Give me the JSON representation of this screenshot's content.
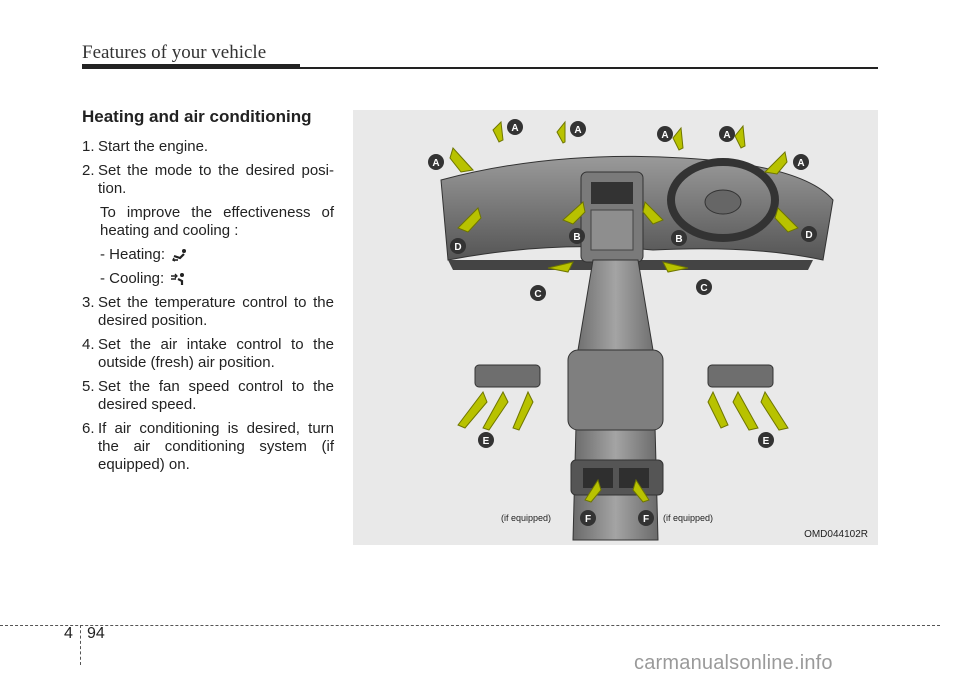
{
  "header": {
    "title": "Features of your vehicle"
  },
  "section": {
    "heading": "Heating and air conditioning"
  },
  "steps": [
    {
      "num": "1.",
      "text": "Start the engine."
    },
    {
      "num": "2.",
      "text": "Set the mode to the desired posi-tion."
    },
    {
      "num": "3.",
      "text": "Set the temperature control to the desired position."
    },
    {
      "num": "4.",
      "text": "Set the air intake control to the outside (fresh) air position."
    },
    {
      "num": "5.",
      "text": "Set the fan speed control to the desired speed."
    },
    {
      "num": "6.",
      "text": "If air conditioning is desired, turn the air conditioning system (if equipped) on."
    }
  ],
  "note": {
    "intro": "To improve the effectiveness of heating and cooling :",
    "heating_label": "- Heating:",
    "cooling_label": "- Cooling:",
    "heating_icon": "floor-mode-icon",
    "cooling_icon": "face-mode-icon"
  },
  "figure": {
    "code": "OMD044102R",
    "if_equipped_left": "(if equipped)",
    "if_equipped_right": "(if equipped)",
    "vent_labels": [
      "A",
      "A",
      "A",
      "A",
      "A",
      "A",
      "B",
      "B",
      "C",
      "C",
      "D",
      "D",
      "E",
      "E",
      "F",
      "F"
    ],
    "label_color": "#333333",
    "arrow_color": "#b8c200"
  },
  "footer": {
    "chapter": "4",
    "page": "94"
  },
  "watermark": "carmanualsonline.info"
}
